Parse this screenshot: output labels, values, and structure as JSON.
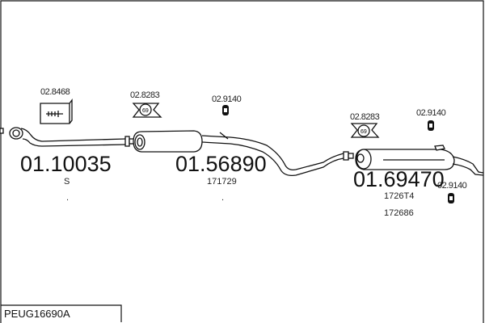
{
  "diagram_code": "PEUG16690A",
  "parts": [
    {
      "number": "01.10035",
      "sub": [
        "S"
      ]
    },
    {
      "number": "01.56890",
      "sub": [
        "171729"
      ]
    },
    {
      "number": "01.69470",
      "sub": [
        "1726T4",
        "172686"
      ]
    }
  ],
  "accessories": [
    {
      "ref": "02.8468",
      "icon": "clamp-kit-box-icon"
    },
    {
      "ref": "02.8283",
      "icon": "gasket-icon",
      "badge": "69"
    },
    {
      "ref": "02.9140",
      "icon": "rubber-hanger-icon"
    },
    {
      "ref": "02.8283",
      "icon": "gasket-icon",
      "badge": "69"
    },
    {
      "ref": "02.9140",
      "icon": "rubber-hanger-icon"
    },
    {
      "ref": "02.9140",
      "icon": "rubber-hanger-icon"
    }
  ]
}
